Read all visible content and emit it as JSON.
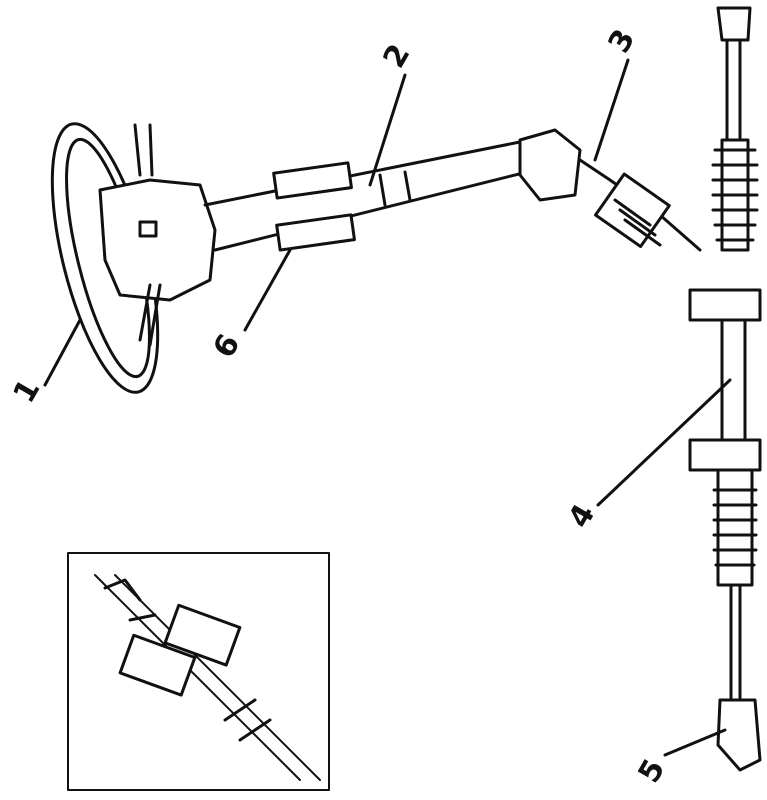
{
  "labels": {
    "steering_wheel": "1",
    "steering_column": "2",
    "universal_joint": "3",
    "steering_rack": "4",
    "tie_rod_end": "5",
    "column_bracket": "6"
  },
  "colors": {
    "ink": "#111111",
    "paper": "#ffffff"
  }
}
